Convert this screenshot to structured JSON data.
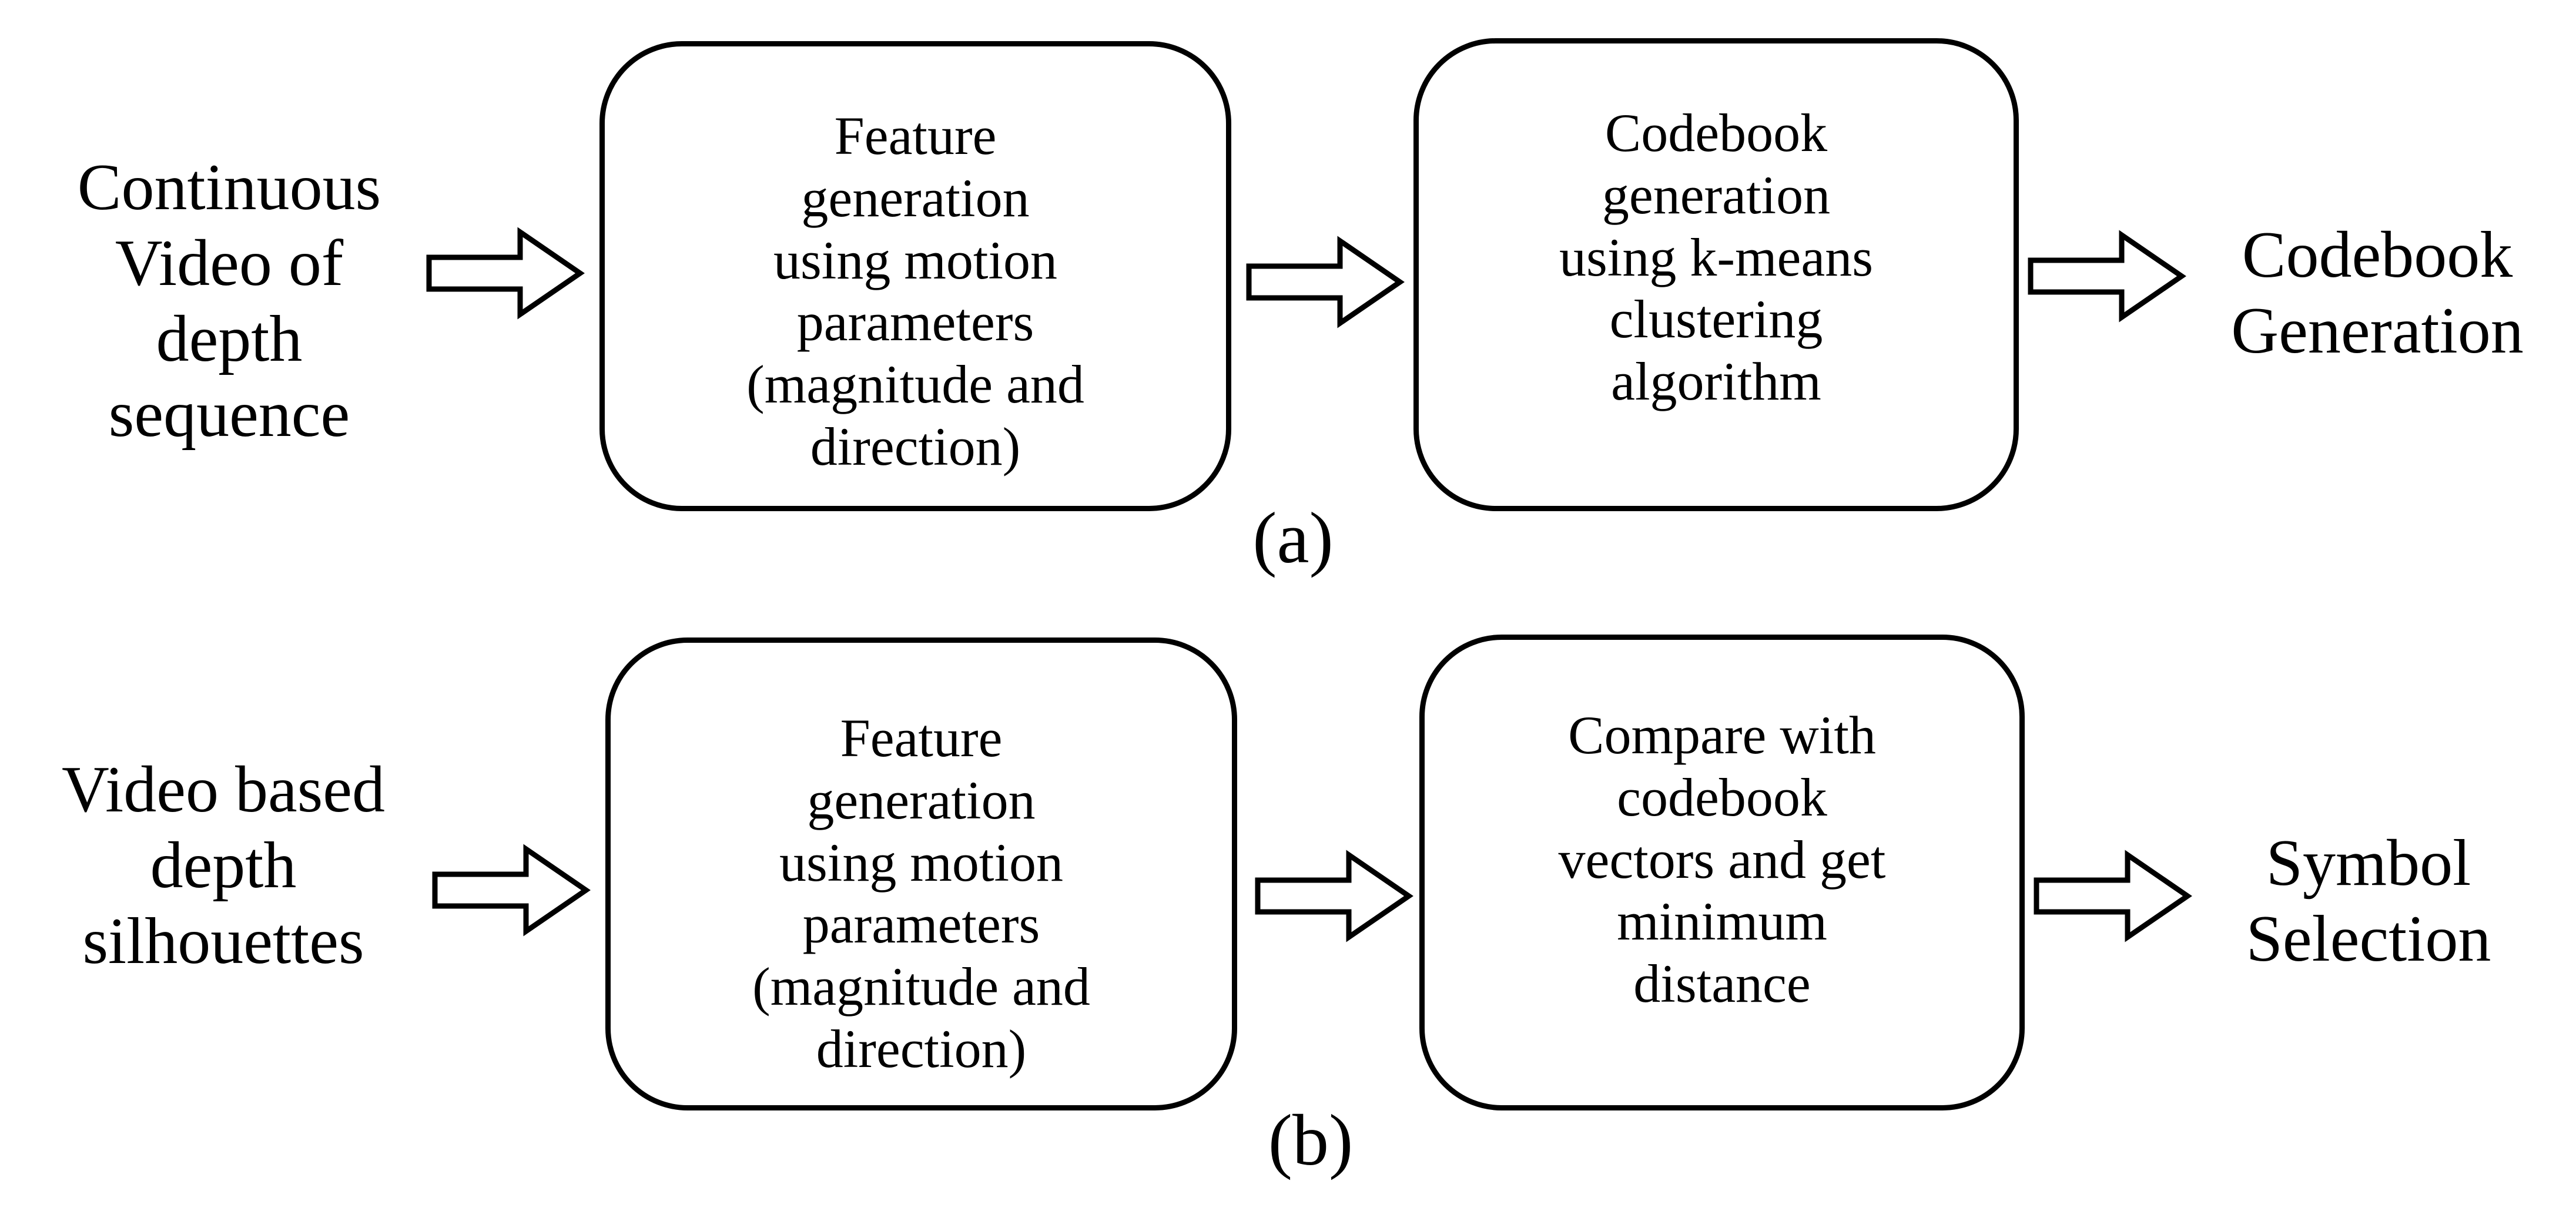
{
  "panel_a": {
    "input": [
      "Continuous",
      "Video of",
      "depth",
      "sequence"
    ],
    "step1": [
      "Feature",
      "generation",
      "using motion",
      "parameters",
      "(magnitude and",
      "direction)"
    ],
    "step2": [
      "Codebook",
      "generation",
      "using k-means",
      "clustering",
      "algorithm"
    ],
    "output": [
      "Codebook",
      "Generation"
    ],
    "label": "(a)"
  },
  "panel_b": {
    "input": [
      "Video based",
      "depth",
      "silhouettes"
    ],
    "step1": [
      "Feature",
      "generation",
      "using motion",
      "parameters",
      "(magnitude and",
      "direction)"
    ],
    "step2": [
      "Compare with",
      "codebook",
      "vectors and get",
      "minimum",
      "distance"
    ],
    "output": [
      "Symbol",
      "Selection"
    ],
    "label": "(b)"
  }
}
